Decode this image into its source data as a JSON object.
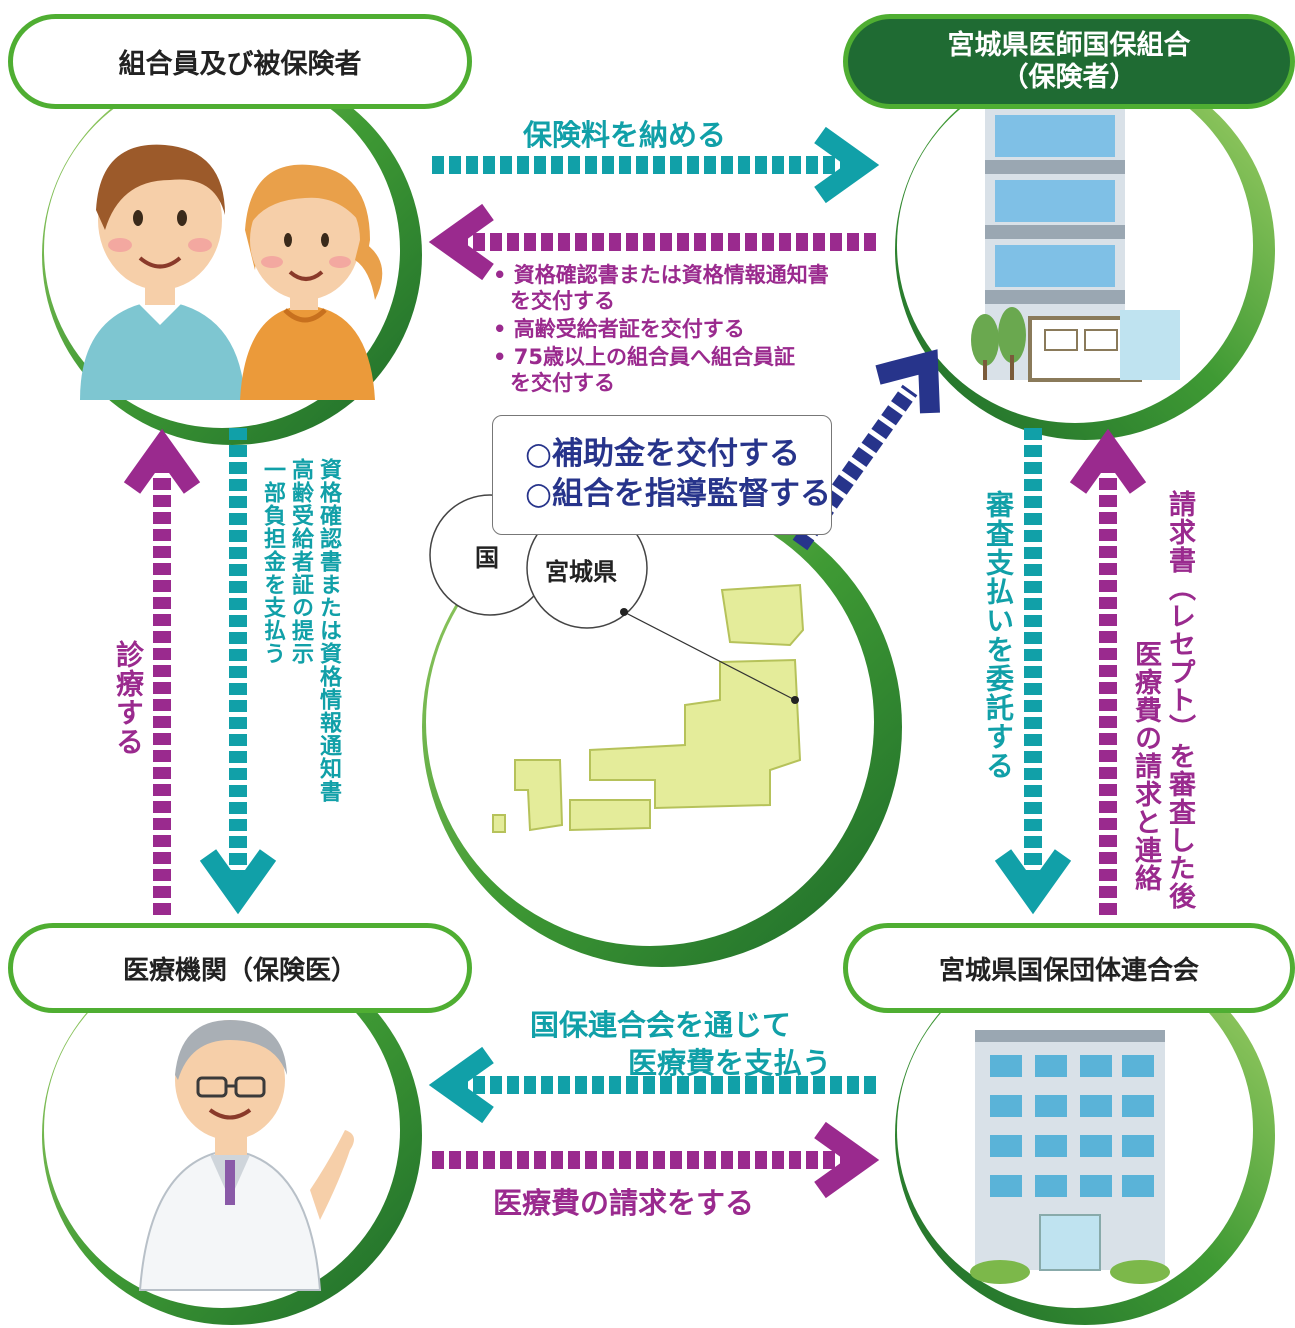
{
  "nodes": {
    "members": "組合員及び被保険者",
    "insurer_line1": "宮城県医師国保組合",
    "insurer_line2": "（保険者）",
    "medical": "医療機関（保険医）",
    "federation": "宮城県国保団体連合会"
  },
  "government": {
    "line1": "○補助金を交付する",
    "line2": "○組合を指導監督する",
    "country": "国",
    "prefecture": "宮城県"
  },
  "arrows": {
    "pay_premium": "保険料を納める",
    "issue_items": [
      "• 資格確認書または資格情報通知書",
      "を交付する",
      "• 高齢受給者証を交付する",
      "• 75歳以上の組合員へ組合員証",
      "を交付する"
    ],
    "present_cards_line1": "資格確認書または資格情報通知書",
    "present_cards_line2": "高齢受給者証の提示",
    "present_cards_line3": "一部負担金を支払う",
    "treatment": "診療する",
    "entrust_review": "審査支払いを委託する",
    "claim_line1": "請求書（レセプト）を審査した後",
    "claim_line2": "医療費の請求と連絡",
    "pay_via_fed_line1": "国保連合会を通じて",
    "pay_via_fed_line2": "医療費を支払う",
    "bill_fees": "医療費の請求をする"
  },
  "colors": {
    "green": "#4fae32",
    "dark_green": "#1f6b33",
    "teal": "#11a0a8",
    "purple": "#9a2a8e",
    "navy": "#27348b"
  }
}
